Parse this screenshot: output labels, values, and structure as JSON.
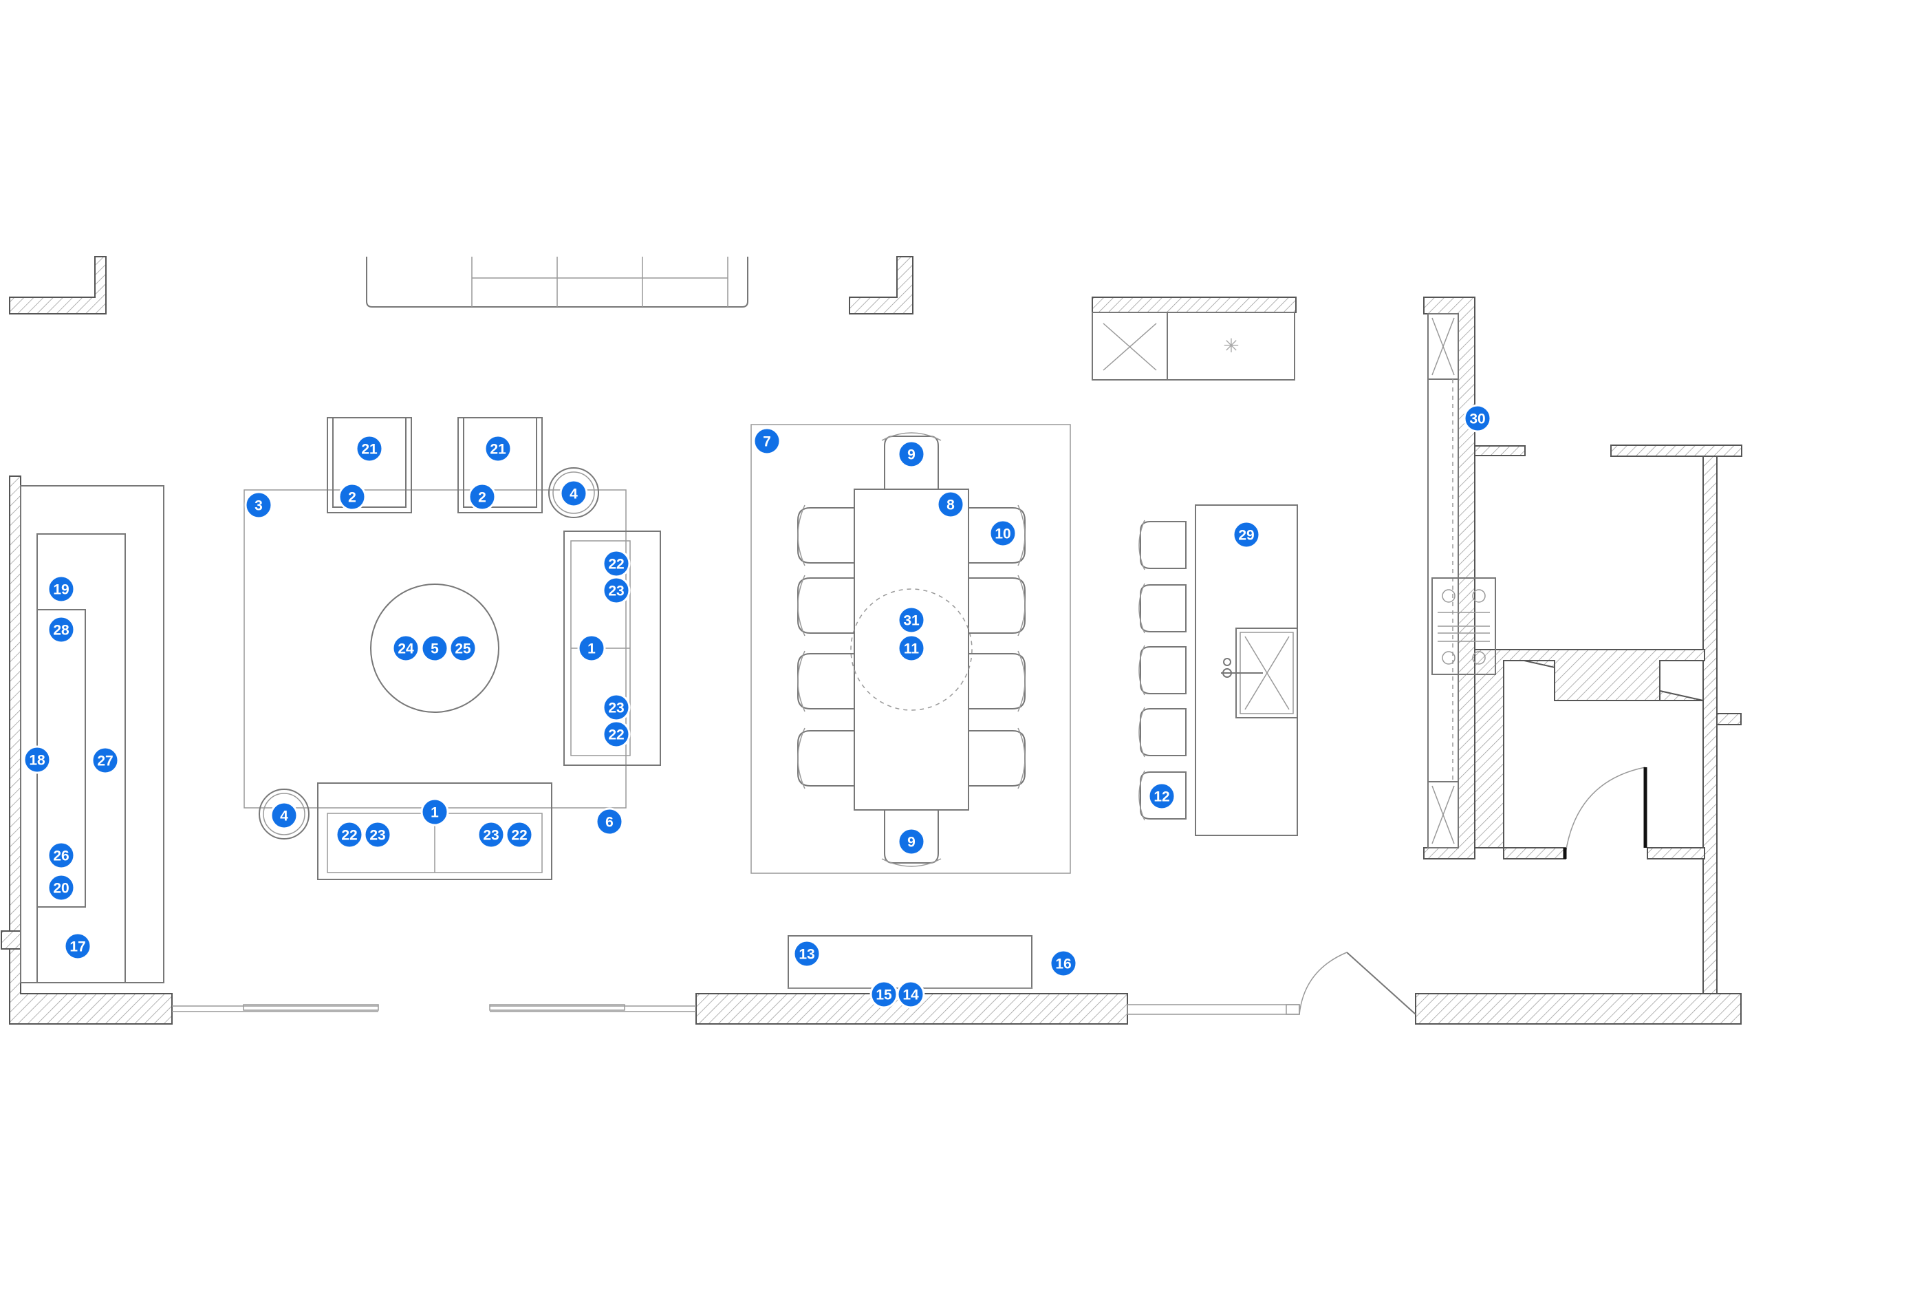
{
  "colors": {
    "marker": "#1170e6",
    "marker_text": "#ffffff",
    "line": "#777777",
    "wall_hatch": "#999999"
  },
  "markers": [
    {
      "id": "m1a",
      "label": "1"
    },
    {
      "id": "m1b",
      "label": "1"
    },
    {
      "id": "m2a",
      "label": "2"
    },
    {
      "id": "m2b",
      "label": "2"
    },
    {
      "id": "m3",
      "label": "3"
    },
    {
      "id": "m4a",
      "label": "4"
    },
    {
      "id": "m4b",
      "label": "4"
    },
    {
      "id": "m5",
      "label": "5"
    },
    {
      "id": "m6",
      "label": "6"
    },
    {
      "id": "m7",
      "label": "7"
    },
    {
      "id": "m8",
      "label": "8"
    },
    {
      "id": "m9a",
      "label": "9"
    },
    {
      "id": "m9b",
      "label": "9"
    },
    {
      "id": "m10",
      "label": "10"
    },
    {
      "id": "m11",
      "label": "11"
    },
    {
      "id": "m12",
      "label": "12"
    },
    {
      "id": "m13",
      "label": "13"
    },
    {
      "id": "m14",
      "label": "14"
    },
    {
      "id": "m15",
      "label": "15"
    },
    {
      "id": "m16",
      "label": "16"
    },
    {
      "id": "m17",
      "label": "17"
    },
    {
      "id": "m18",
      "label": "18"
    },
    {
      "id": "m19",
      "label": "19"
    },
    {
      "id": "m20",
      "label": "20"
    },
    {
      "id": "m21a",
      "label": "21"
    },
    {
      "id": "m21b",
      "label": "21"
    },
    {
      "id": "m22a",
      "label": "22"
    },
    {
      "id": "m22b",
      "label": "22"
    },
    {
      "id": "m22c",
      "label": "22"
    },
    {
      "id": "m22d",
      "label": "22"
    },
    {
      "id": "m23a",
      "label": "23"
    },
    {
      "id": "m23b",
      "label": "23"
    },
    {
      "id": "m23c",
      "label": "23"
    },
    {
      "id": "m23d",
      "label": "23"
    },
    {
      "id": "m24",
      "label": "24"
    },
    {
      "id": "m25",
      "label": "25"
    },
    {
      "id": "m26",
      "label": "26"
    },
    {
      "id": "m27",
      "label": "27"
    },
    {
      "id": "m28",
      "label": "28"
    },
    {
      "id": "m29",
      "label": "29"
    },
    {
      "id": "m30",
      "label": "30"
    },
    {
      "id": "m31",
      "label": "31"
    }
  ]
}
